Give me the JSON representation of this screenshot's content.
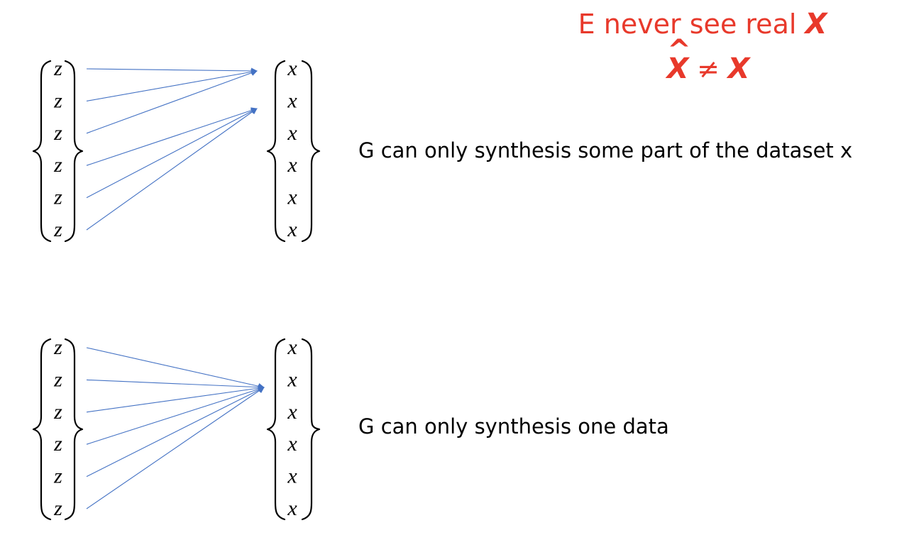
{
  "note": {
    "line1_text": "E never see real ",
    "line1_bold": "X",
    "line2_lhs": "X",
    "line2_hat": "^",
    "line2_op": "≠",
    "line2_rhs": "X"
  },
  "panels": [
    {
      "z_label": "z",
      "x_label": "x",
      "z_count": 6,
      "x_count": 6,
      "caption": "G can only synthesis some part of the dataset x",
      "mapping": [
        0,
        0,
        0,
        1,
        1,
        1
      ]
    },
    {
      "z_label": "z",
      "x_label": "x",
      "z_count": 6,
      "x_count": 6,
      "caption": "G can only synthesis one data",
      "mapping": [
        1,
        1,
        1,
        1,
        1,
        1
      ]
    }
  ],
  "colors": {
    "arrow": "#4472c4",
    "note": "#e8392b",
    "text": "#000000"
  }
}
